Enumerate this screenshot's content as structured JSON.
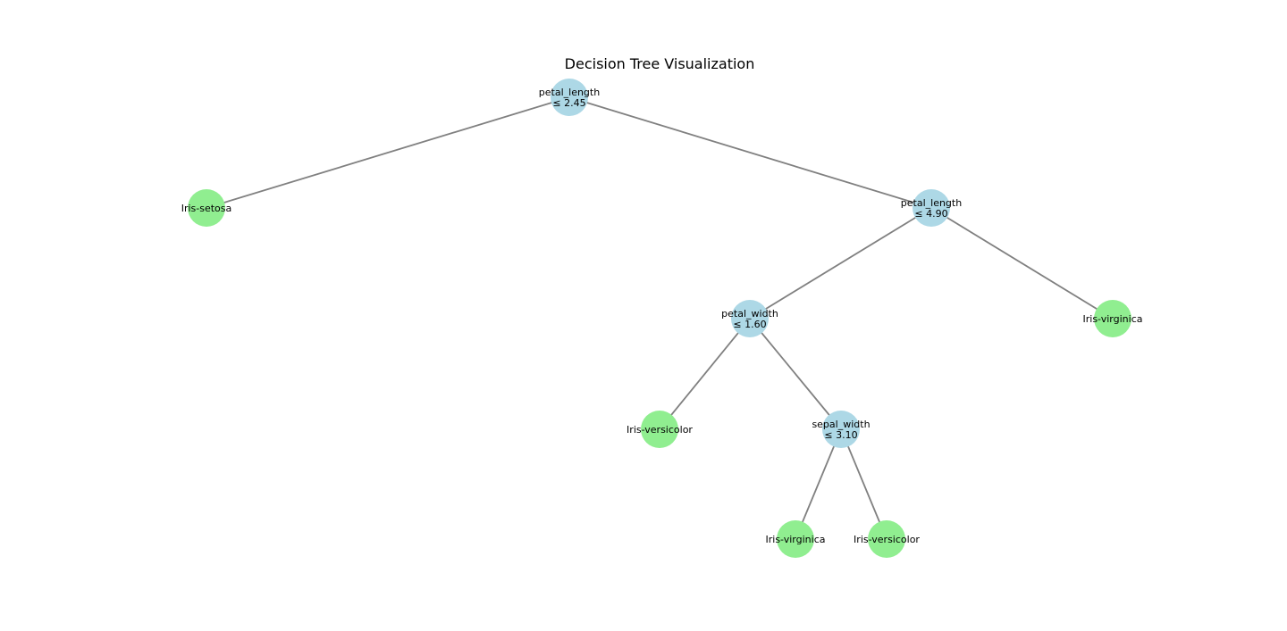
{
  "title": "Decision Tree Visualization",
  "colors": {
    "decision_node": "#add8e6",
    "leaf_node": "#90ee90",
    "edge": "#808080",
    "text": "#000000",
    "background": "#ffffff"
  },
  "nodes": [
    {
      "id": "n0",
      "kind": "decision",
      "depth": 0,
      "lines": [
        "petal_length",
        "≤ 2.45"
      ]
    },
    {
      "id": "n1",
      "kind": "leaf",
      "depth": 1,
      "lines": [
        "Iris-setosa"
      ]
    },
    {
      "id": "n2",
      "kind": "decision",
      "depth": 1,
      "lines": [
        "petal_length",
        "≤ 4.90"
      ]
    },
    {
      "id": "n3",
      "kind": "decision",
      "depth": 2,
      "lines": [
        "petal_width",
        "≤ 1.60"
      ]
    },
    {
      "id": "n4",
      "kind": "leaf",
      "depth": 2,
      "lines": [
        "Iris-virginica"
      ]
    },
    {
      "id": "n5",
      "kind": "leaf",
      "depth": 3,
      "lines": [
        "Iris-versicolor"
      ]
    },
    {
      "id": "n6",
      "kind": "decision",
      "depth": 3,
      "lines": [
        "sepal_width",
        "≤ 3.10"
      ]
    },
    {
      "id": "n7",
      "kind": "leaf",
      "depth": 4,
      "lines": [
        "Iris-virginica"
      ]
    },
    {
      "id": "n8",
      "kind": "leaf",
      "depth": 4,
      "lines": [
        "Iris-versicolor"
      ]
    }
  ],
  "edges": [
    {
      "from": "n0",
      "to": "n1"
    },
    {
      "from": "n0",
      "to": "n2"
    },
    {
      "from": "n2",
      "to": "n3"
    },
    {
      "from": "n2",
      "to": "n4"
    },
    {
      "from": "n3",
      "to": "n5"
    },
    {
      "from": "n3",
      "to": "n6"
    },
    {
      "from": "n6",
      "to": "n7"
    },
    {
      "from": "n6",
      "to": "n8"
    }
  ]
}
